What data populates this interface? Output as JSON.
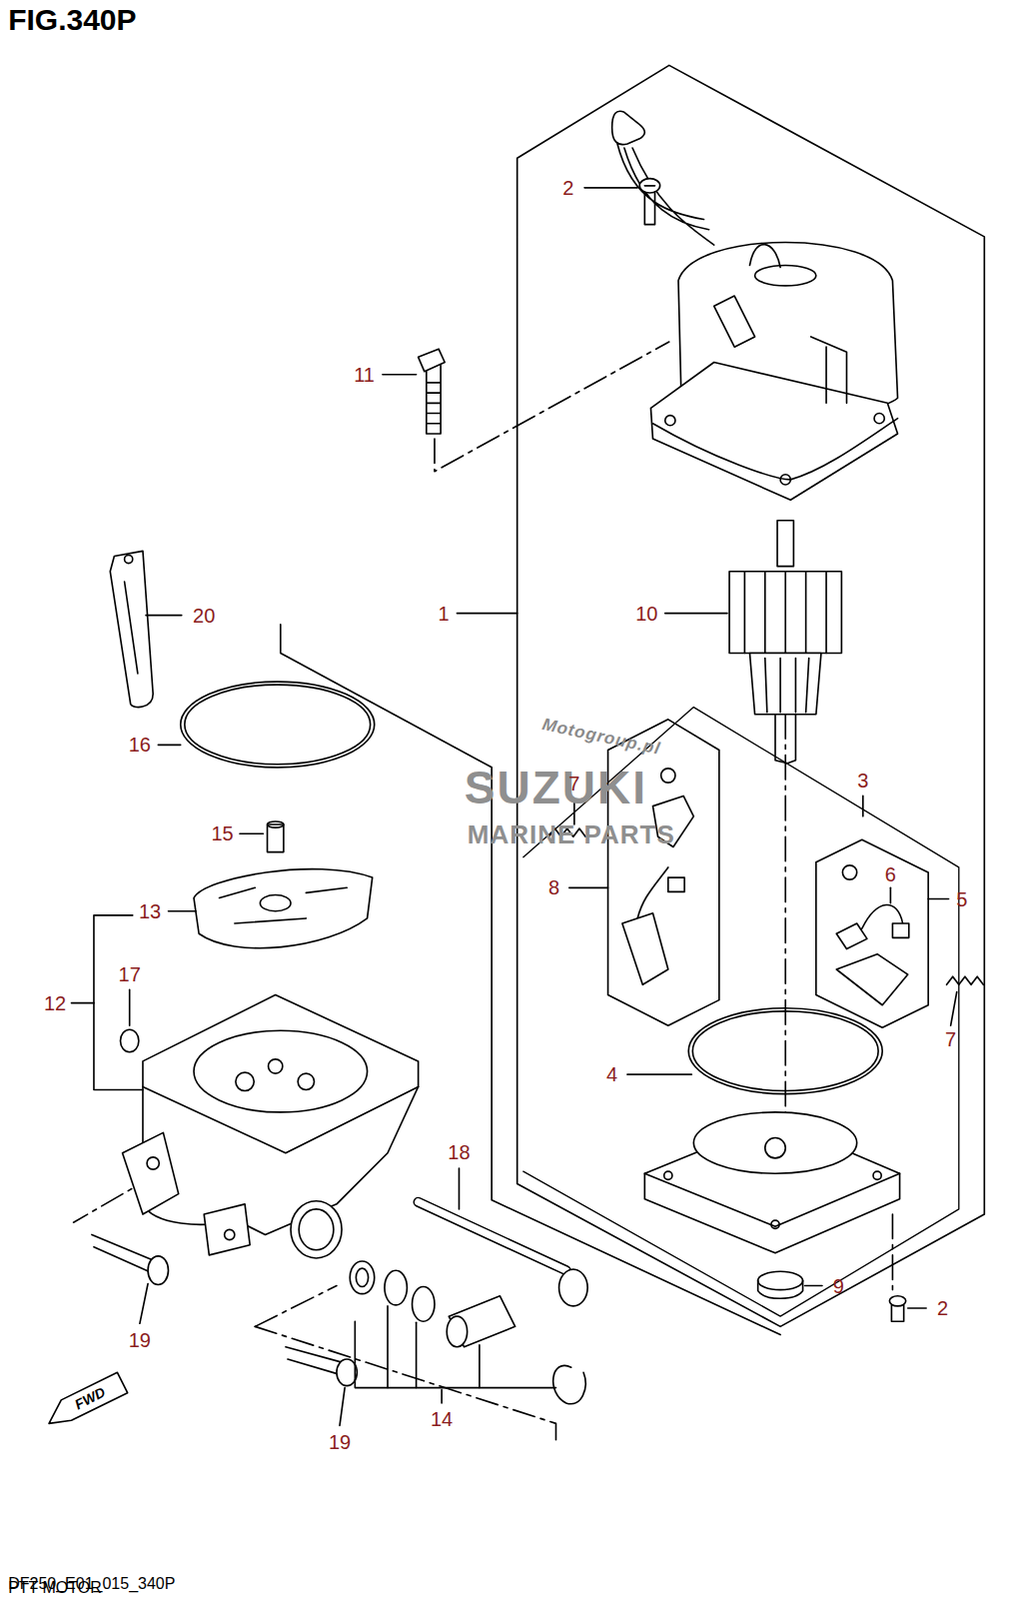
{
  "diagram": {
    "title": "FIG.340P",
    "caption": "PTT MOTOR",
    "labels": [
      "2",
      "11",
      "20",
      "1",
      "10",
      "Motogroup.pl",
      "16",
      "3",
      "SUZUKI",
      "7",
      "MARINE PARTS",
      "15",
      "6",
      "8",
      "5",
      "13",
      "17",
      "12",
      "7",
      "4",
      "18",
      "9",
      "2",
      "19",
      "FWD",
      "14",
      "19",
      "DF250_E01_015_340P"
    ]
  }
}
